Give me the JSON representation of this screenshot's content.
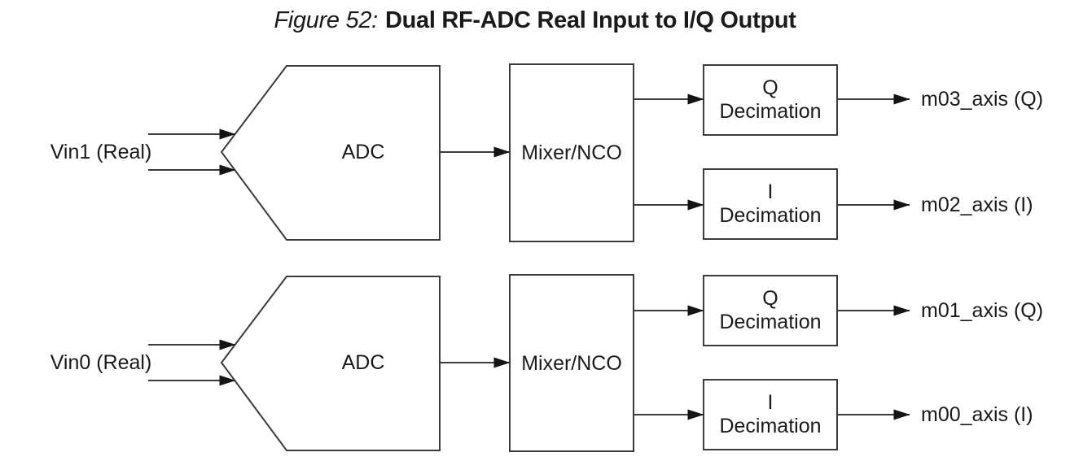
{
  "title": {
    "prefix": "Figure 52:",
    "caption": "Dual RF-ADC Real Input to I/Q Output"
  },
  "rows": [
    {
      "input": "Vin1 (Real)",
      "adc": "ADC",
      "mixer": "Mixer/NCO",
      "q_decim_line1": "Q",
      "q_decim_line2": "Decimation",
      "i_decim_line1": "I",
      "i_decim_line2": "Decimation",
      "q_out": "m03_axis (Q)",
      "i_out": "m02_axis (I)"
    },
    {
      "input": "Vin0 (Real)",
      "adc": "ADC",
      "mixer": "Mixer/NCO",
      "q_decim_line1": "Q",
      "q_decim_line2": "Decimation",
      "i_decim_line1": "I",
      "i_decim_line2": "Decimation",
      "q_out": "m01_axis (Q)",
      "i_out": "m00_axis (I)"
    }
  ],
  "colors": {
    "stroke": "#3b3b3b",
    "arrow": "#141414",
    "text": "#1a1a1a",
    "background": "#ffffff"
  }
}
